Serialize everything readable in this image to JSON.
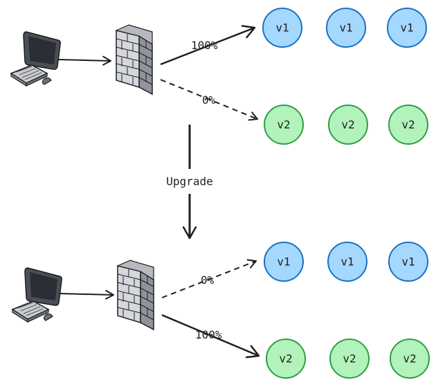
{
  "colors": {
    "v1_fill": "#a5d8ff",
    "v1_stroke": "#1971c2",
    "v2_fill": "#b2f2bb",
    "v2_stroke": "#2f9e44",
    "ink": "#1e1e1e"
  },
  "top": {
    "label_v1_traffic": "100%",
    "label_v2_traffic": "0%",
    "v1_nodes": [
      "v1",
      "v1",
      "v1"
    ],
    "v2_nodes": [
      "v2",
      "v2",
      "v2"
    ]
  },
  "transition": {
    "label": "Upgrade"
  },
  "bottom": {
    "label_v1_traffic": "0%",
    "label_v2_traffic": "100%",
    "v1_nodes": [
      "v1",
      "v1",
      "v1"
    ],
    "v2_nodes": [
      "v2",
      "v2",
      "v2"
    ]
  },
  "icons": {
    "client": "computer-icon",
    "gateway": "firewall-icon"
  }
}
